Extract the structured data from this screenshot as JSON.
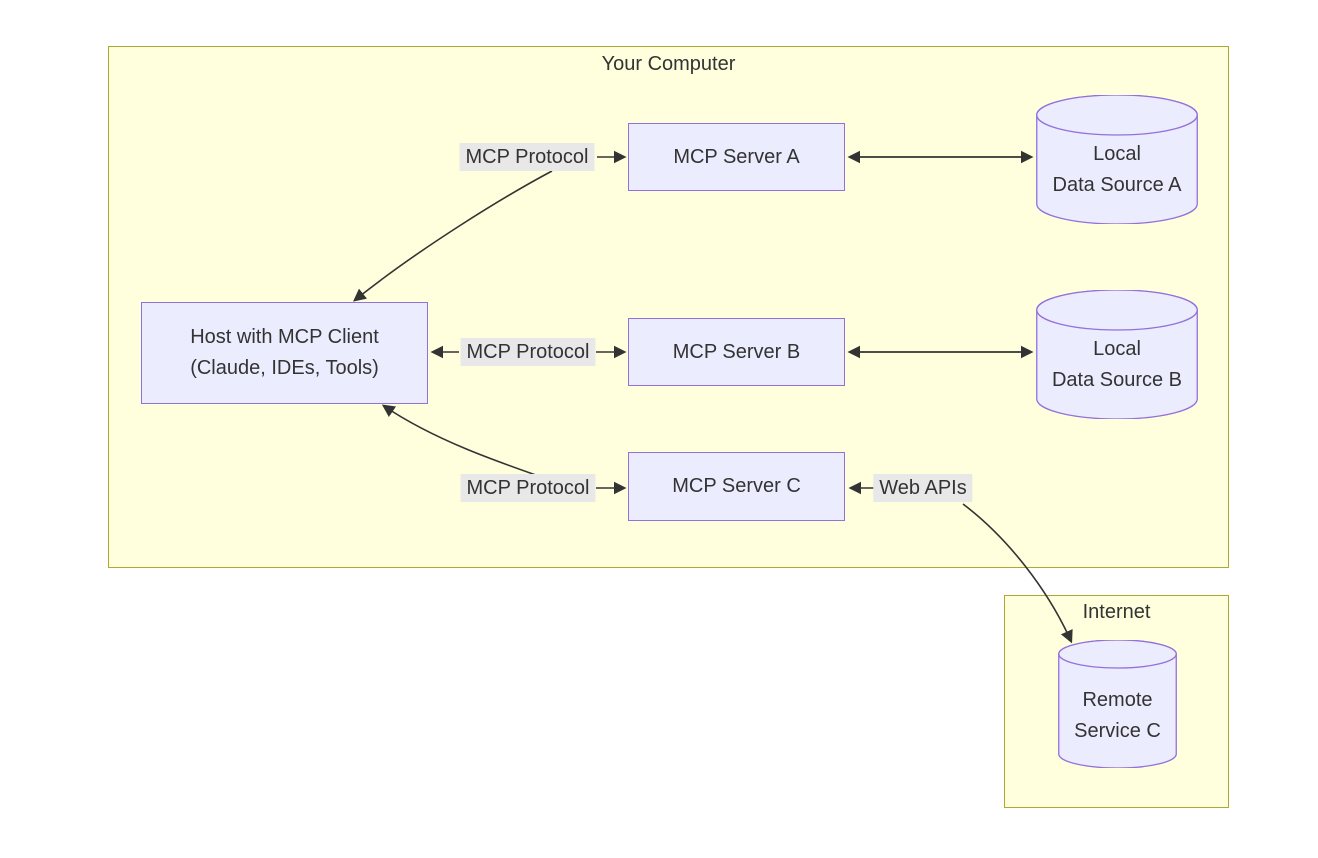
{
  "diagram": {
    "clusters": {
      "your_computer": {
        "title": "Your Computer"
      },
      "internet": {
        "title": "Internet"
      }
    },
    "nodes": {
      "host": {
        "line1": "Host with MCP Client",
        "line2": "(Claude, IDEs, Tools)"
      },
      "server_a": {
        "label": "MCP Server A"
      },
      "server_b": {
        "label": "MCP Server B"
      },
      "server_c": {
        "label": "MCP Server C"
      },
      "data_a": {
        "line1": "Local",
        "line2": "Data Source A"
      },
      "data_b": {
        "line1": "Local",
        "line2": "Data Source B"
      },
      "remote_c": {
        "line1": "Remote",
        "line2": "Service C"
      }
    },
    "edge_labels": {
      "proto_a": "MCP Protocol",
      "proto_b": "MCP Protocol",
      "proto_c": "MCP Protocol",
      "web_apis": "Web APIs"
    },
    "colors": {
      "cluster_fill": "#ffffde",
      "cluster_border": "#aaaa33",
      "node_fill": "#ececff",
      "node_border": "#9370db",
      "edge_label_bg": "#e8e8e8",
      "edge": "#333333",
      "text": "#333333",
      "background": "#ffffff"
    }
  }
}
